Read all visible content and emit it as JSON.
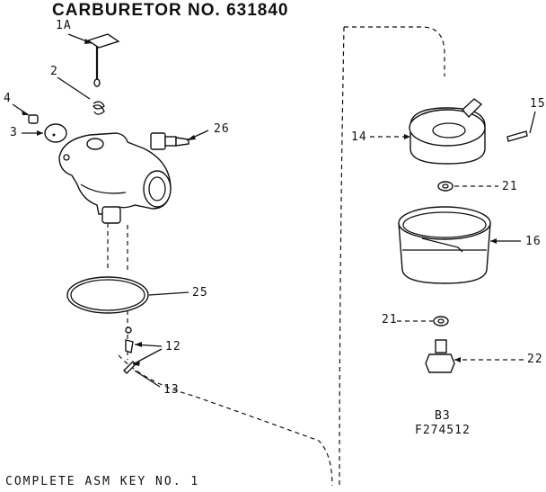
{
  "title": "CARBURETOR NO. 631840",
  "footer": "COMPLETE ASM KEY NO. 1",
  "drawing_code": {
    "line1": "B3",
    "line2": "F274512"
  },
  "callouts": {
    "c1a": "1A",
    "c2": "2",
    "c3": "3",
    "c4": "4",
    "c26": "26",
    "c25": "25",
    "c12": "12",
    "c13": "13",
    "c14": "14",
    "c15": "15",
    "c21a": "21",
    "c16": "16",
    "c21b": "21",
    "c22": "22"
  }
}
